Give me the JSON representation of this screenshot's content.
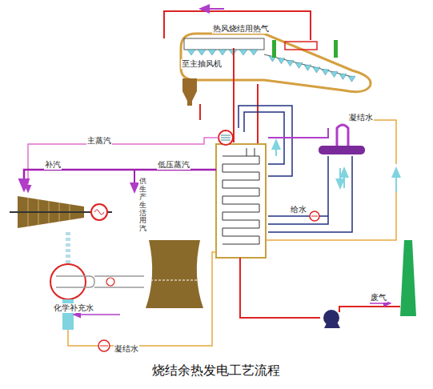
{
  "diagram": {
    "caption": "烧结余热发电工艺流程",
    "labels": [
      "热风烧结用热气",
      "至主抽风机",
      "主蒸汽",
      "补汽",
      "低压蒸汽",
      "供生产生活用汽",
      "凝结水",
      "给水",
      "化学补充水",
      "凝结水",
      "废气"
    ]
  }
}
